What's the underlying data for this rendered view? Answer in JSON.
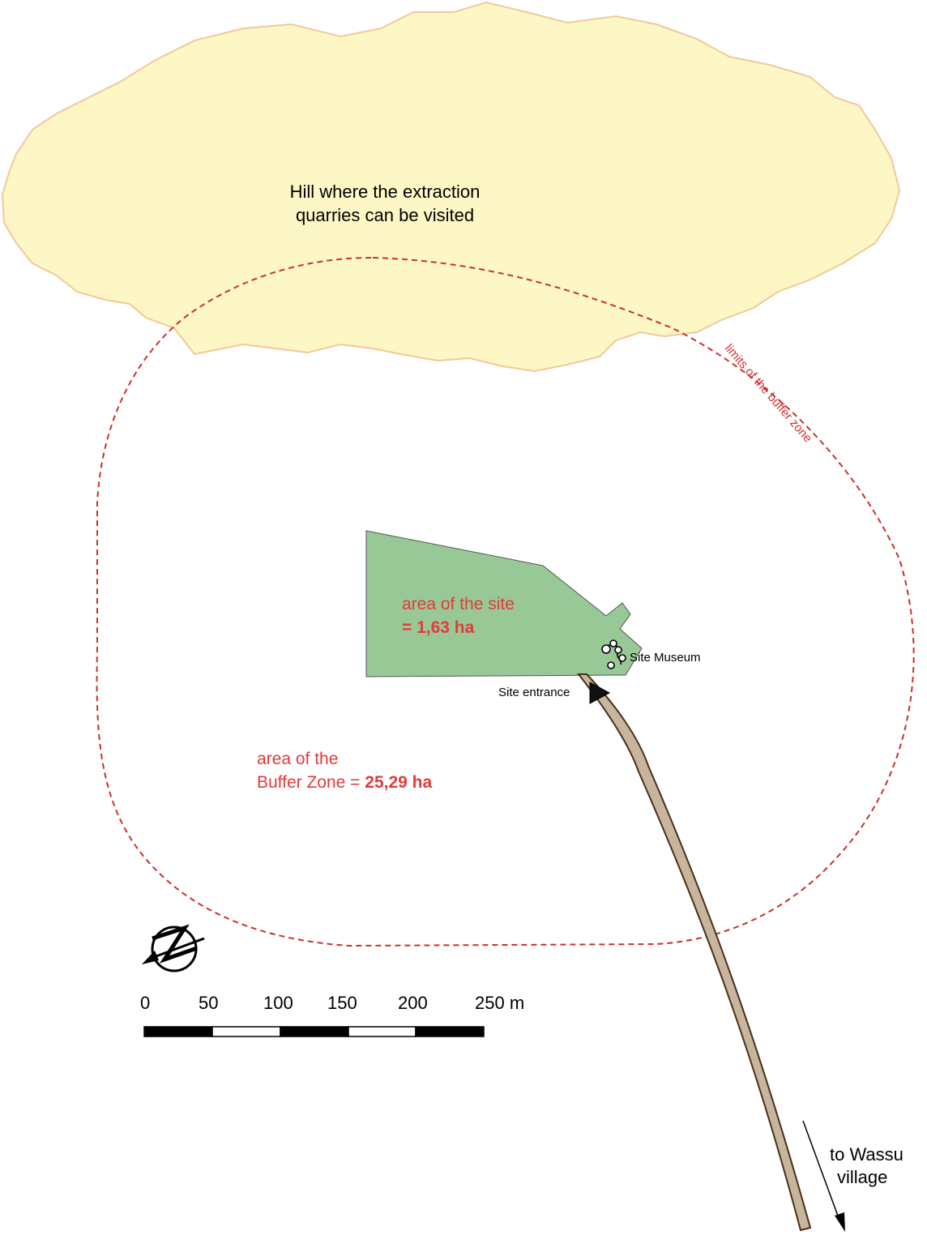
{
  "colors": {
    "hill_fill": "#fdf7c6",
    "hill_stroke": "#f2c89a",
    "site_fill": "#99c897",
    "buffer_stroke": "#c9312f",
    "road_fill": "#c8b59d",
    "road_stroke": "#4a2f1a",
    "label_red": "#e33a3a"
  },
  "hill": {
    "line1": "Hill where the extraction",
    "line2": "quarries can be visited"
  },
  "buffer_zone": {
    "boundary_label": "limits of the buffer zone",
    "area_line1": "area of the",
    "area_line2_prefix": "Buffer Zone = ",
    "area_value": "25,29 ha"
  },
  "site": {
    "area_line1": "area of the site",
    "area_line2": "= 1,63 ha",
    "museum_label": "Site Museum",
    "entrance_label": "Site entrance"
  },
  "road": {
    "destination_line1": "to Wassu",
    "destination_line2": "village"
  },
  "north_arrow": {
    "icon": "north-arrow-icon"
  },
  "scale_bar": {
    "ticks": [
      "0",
      "50",
      "100",
      "150",
      "200",
      "250 m"
    ]
  }
}
